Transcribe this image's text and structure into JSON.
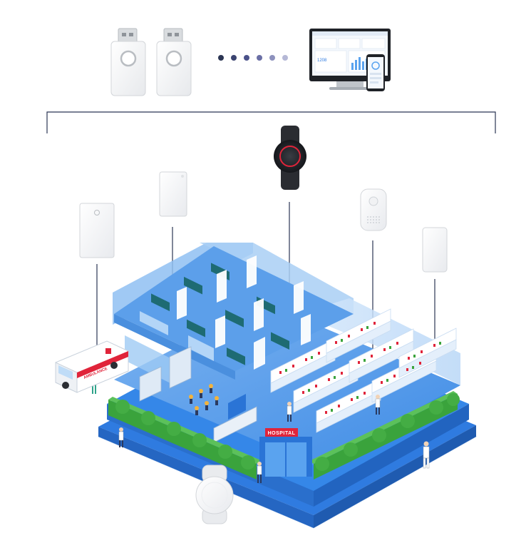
{
  "hospital": {
    "sign_text": "HOSPITAL",
    "ambulance_text": "AMBULANCE"
  },
  "dashboard": {
    "metric_text": "1208"
  },
  "icons": {
    "usb_gateway": "usb-dongle-icon",
    "wristband": "wristband-icon",
    "badge_tag": "badge-tag-icon",
    "asset_tag": "asset-tag-icon",
    "beacon": "round-beacon-icon",
    "sensor_tag": "sensor-tag-icon",
    "monitor": "desktop-monitor-icon",
    "phone": "smartphone-icon"
  },
  "colors": {
    "line": "#2b3553",
    "dots": [
      "#2b3553",
      "#3b4370",
      "#4b528a",
      "#6a6fa5",
      "#8d91bd",
      "#b5b8d6"
    ],
    "building_blue": "#2f7be0",
    "wall_blue": "#7fb4ee",
    "hedge_green": "#3aa33c",
    "accent_red": "#e0243a"
  }
}
